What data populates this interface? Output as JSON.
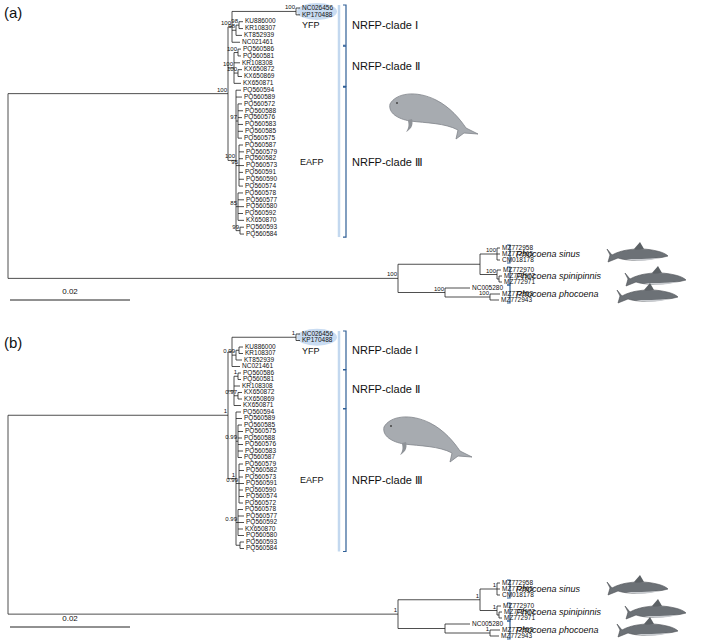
{
  "diagram": {
    "labels": [
      "(a)",
      "NC026456",
      "KP170488",
      "KU886000",
      "KR108307",
      "KT852939",
      "NC021461",
      "PQ560586",
      "PQ560581",
      "KR108308",
      "KX650872",
      "KX650869",
      "KX650871",
      "PQ560594",
      "PQ560589",
      "PQ560572",
      "PQ560588",
      "PQ560576",
      "PQ560583",
      "PQ560585",
      "PQ560575",
      "PQ560587",
      "PQ560579",
      "PQ560582",
      "PQ560573",
      "PQ560591",
      "PQ560590",
      "PQ560574",
      "PQ560578",
      "PQ560577",
      "PQ560580",
      "PQ560592",
      "KX650870",
      "PQ560593",
      "PQ560584",
      "MZ772958",
      "MZ772965",
      "CM018178",
      "MZ772970",
      "MZ772972",
      "MZ772971",
      "NC005280",
      "MZ772953",
      "MZ772943",
      "100",
      "98",
      "98",
      "100",
      "100",
      "100",
      "100",
      "100",
      "97",
      "95",
      "85",
      "99",
      "100",
      "100",
      "100",
      "100",
      "100",
      "100",
      "YFP",
      "NRFP-clade Ⅰ",
      "NRFP-clade Ⅱ",
      "EAFP",
      "NRFP-clade Ⅲ",
      "Phocoena sinus",
      "Phocoena spinipinnis",
      "Phocoena phocoena",
      "0.02",
      "(b)",
      "NC026456",
      "KP170488",
      "KU886000",
      "KR108307",
      "KT852939",
      "NC021461",
      "PQ560586",
      "PQ560581",
      "KR108308",
      "KX650872",
      "KX650869",
      "KX650871",
      "PQ560594",
      "PQ560589",
      "PQ560585",
      "PQ560575",
      "PQ560588",
      "PQ560576",
      "PQ560583",
      "PQ560587",
      "PQ560579",
      "PQ560582",
      "PQ560573",
      "PQ560591",
      "PQ560590",
      "PQ560574",
      "PQ560572",
      "PQ560578",
      "PQ560577",
      "PQ560592",
      "KX650870",
      "PQ560580",
      "PQ560593",
      "PQ560584",
      "MZ772958",
      "MZ772965",
      "CM018178",
      "MZ772970",
      "MZ772972",
      "MZ772971",
      "NC005280",
      "MZ772953",
      "MZ772943",
      "1",
      "0.99",
      "1",
      "0.97",
      "1",
      "0.99",
      "0.99",
      "0.99",
      "1",
      "1",
      "1",
      "1",
      "1",
      "1",
      "YFP",
      "NRFP-clade Ⅰ",
      "NRFP-clade Ⅱ",
      "EAFP",
      "NRFP-clade Ⅲ",
      "Phocoena sinus",
      "Phocoena spinipinnis",
      "Phocoena phocoena",
      "0.02"
    ]
  }
}
